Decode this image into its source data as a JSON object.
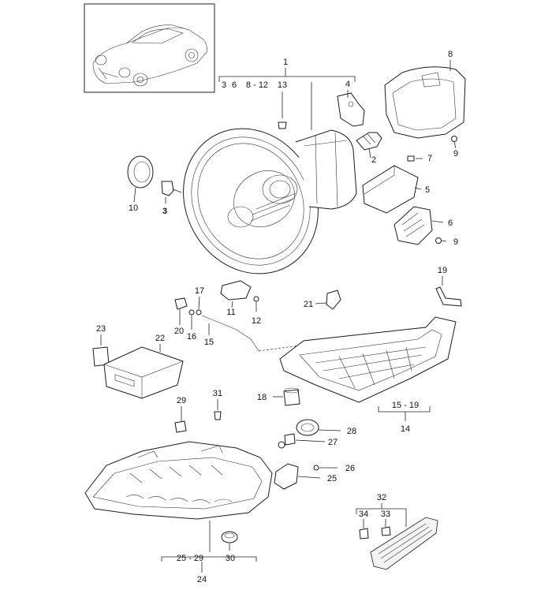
{
  "labels": {
    "l1": "1",
    "l1_sub_a": "3",
    "l1_sub_b": "6",
    "l1_sub_c": "8 - 12",
    "l1_sub_d": "13",
    "l2": "2",
    "l3": "3",
    "l4": "4",
    "l5": "5",
    "l6": "6",
    "l7": "7",
    "l8": "8",
    "l9a": "9",
    "l9b": "9",
    "l10": "10",
    "l11": "11",
    "l12": "12",
    "l14": "14",
    "l15": "15",
    "l15_19": "15 - 19",
    "l16": "16",
    "l17": "17",
    "l18": "18",
    "l19": "19",
    "l20": "20",
    "l21": "21",
    "l22": "22",
    "l23": "23",
    "l24": "24",
    "l25": "25",
    "l25_29": "25 - 29",
    "l26": "26",
    "l27": "27",
    "l28": "28",
    "l29": "29",
    "l30": "30",
    "l31": "31",
    "l32": "32",
    "l33": "33",
    "l34": "34"
  },
  "colors": {
    "line": "#222222",
    "background": "#ffffff"
  }
}
